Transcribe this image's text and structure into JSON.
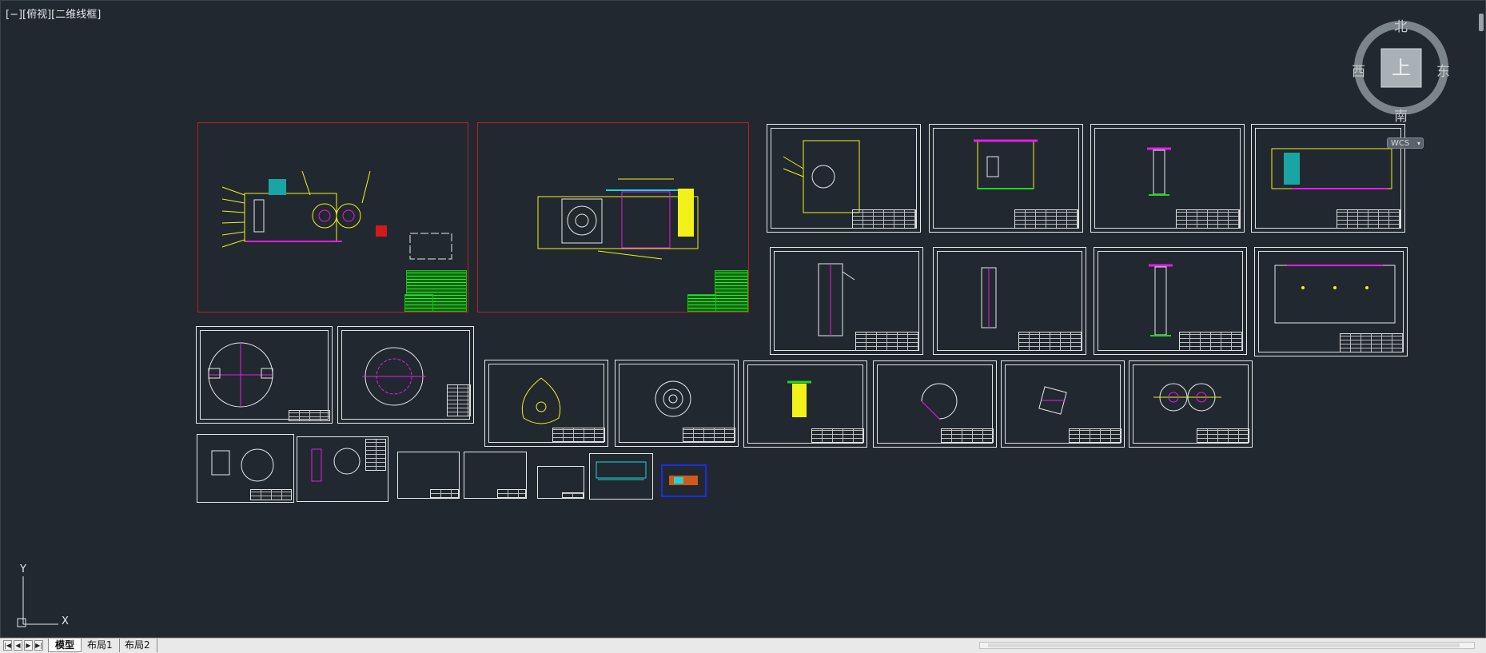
{
  "viewport": {
    "view_label": "[−][俯视][二维线框]"
  },
  "viewcube": {
    "top_face": "上",
    "north": "北",
    "south": "南",
    "east": "东",
    "west": "西",
    "wcs_label": "WCS",
    "wcs_arrow": "▾"
  },
  "ucs": {
    "x_label": "X",
    "y_label": "Y"
  },
  "layout_tabs": {
    "nav": [
      "|◀",
      "◀",
      "▶",
      "▶|"
    ],
    "tabs": [
      {
        "label": "模型",
        "active": true
      },
      {
        "label": "布局1",
        "active": false
      },
      {
        "label": "布局2",
        "active": false
      }
    ]
  },
  "colors": {
    "background": "#212830",
    "sheet_border": "#e8e8e8",
    "selected_sheet": "#c21d1d",
    "highlight_sheet": "#1a2fe0",
    "geometry_yellow": "#f2f21a",
    "geometry_magenta": "#e81ce8",
    "geometry_cyan": "#1ad8d8",
    "geometry_green": "#1cd81c"
  }
}
